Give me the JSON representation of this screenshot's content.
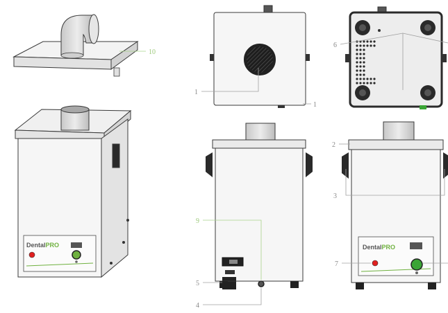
{
  "brand": {
    "name_part1": "Dental",
    "name_part2": "PRO",
    "color_part2": "#6fb13f"
  },
  "callouts": [
    {
      "id": "lid",
      "text": "10",
      "color": "#9cc97a"
    },
    {
      "id": "front-filter",
      "text": "1"
    },
    {
      "id": "front-side",
      "text": "1"
    },
    {
      "id": "bottom-holes",
      "text": "6"
    },
    {
      "id": "bottom-feet",
      "text": ""
    },
    {
      "id": "top-edge",
      "text": "2"
    },
    {
      "id": "handles",
      "text": "3"
    },
    {
      "id": "rear-port",
      "text": "9",
      "color": "#9cc97a"
    },
    {
      "id": "rear-power",
      "text": "5"
    },
    {
      "id": "rear-base",
      "text": "4"
    },
    {
      "id": "front-led",
      "text": "7"
    },
    {
      "id": "front-button",
      "text": ""
    }
  ],
  "colors": {
    "outline": "#3a3a3a",
    "body": "#f4f4f4",
    "pipe": "#d9d9d9",
    "dark": "#2a2a2a",
    "accent_green": "#6fb13f",
    "led_red": "#e02020",
    "leader": "#a0a0a0",
    "leader_green": "#a9d48a"
  }
}
